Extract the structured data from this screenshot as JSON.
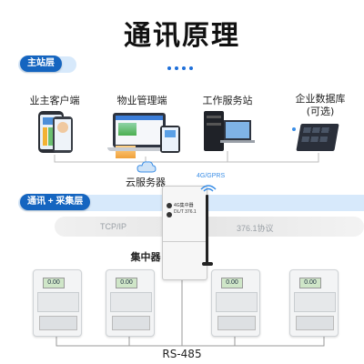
{
  "title": "通讯原理",
  "sections": {
    "master": "主站层",
    "comm": "通讯 + 采集层"
  },
  "master_items": {
    "owner_client": "业主客户端",
    "property_client": "物业管理端",
    "work_server": "工作服务站",
    "enterprise_db": "企业数据库",
    "enterprise_db_note": "(可选)"
  },
  "cloud_server": "云服务器",
  "network": {
    "tcp_ip": "TCP/IP",
    "protocol": "376.1协议",
    "signal": "4G/GPRS"
  },
  "concentrator": {
    "label": "集中器",
    "device_text_1": "4G集中器",
    "device_text_2": "DL/T 376.1"
  },
  "meter_screen": "0.00",
  "bus": "RS-485",
  "colors": {
    "accent": "#1565c0",
    "pill_bg": "#d7e9fb"
  }
}
